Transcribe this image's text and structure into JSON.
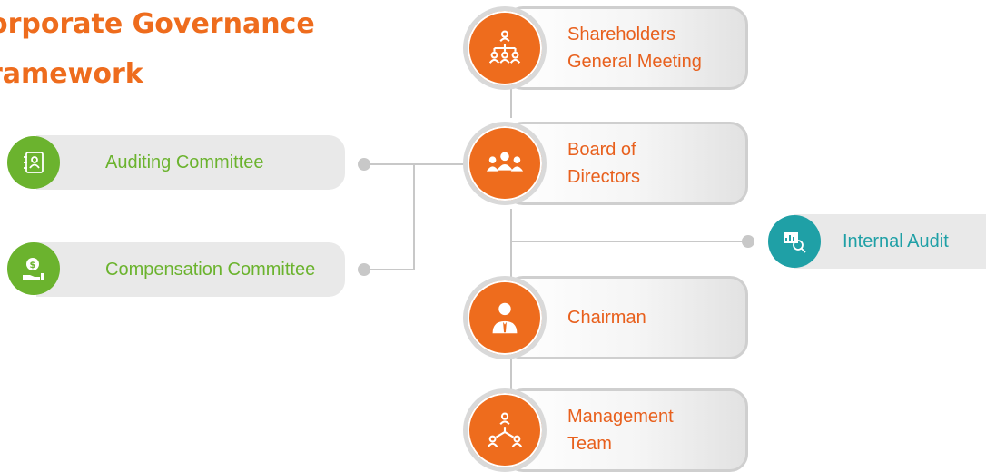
{
  "title": {
    "line1": "orporate Governance",
    "line2": "ramework"
  },
  "nodes": {
    "shareholders": {
      "label": "Shareholders General Meeting",
      "icon": "group-hierarchy-icon"
    },
    "board": {
      "label": "Board of Directors",
      "icon": "people-group-icon"
    },
    "chairman": {
      "label": "Chairman",
      "icon": "executive-person-icon"
    },
    "management": {
      "label": "Management Team",
      "icon": "team-network-icon"
    },
    "auditing_committee": {
      "label": "Auditing Committee",
      "icon": "profile-document-icon"
    },
    "compensation_committee": {
      "label": "Compensation Committee",
      "icon": "money-hand-icon"
    },
    "internal_audit": {
      "label": "Internal Audit",
      "icon": "chart-magnifier-icon"
    }
  },
  "colors": {
    "accent": "#ee6c1d",
    "committee": "#6bb32e",
    "audit": "#1fa0a6",
    "connector": "#c8c8c8"
  }
}
